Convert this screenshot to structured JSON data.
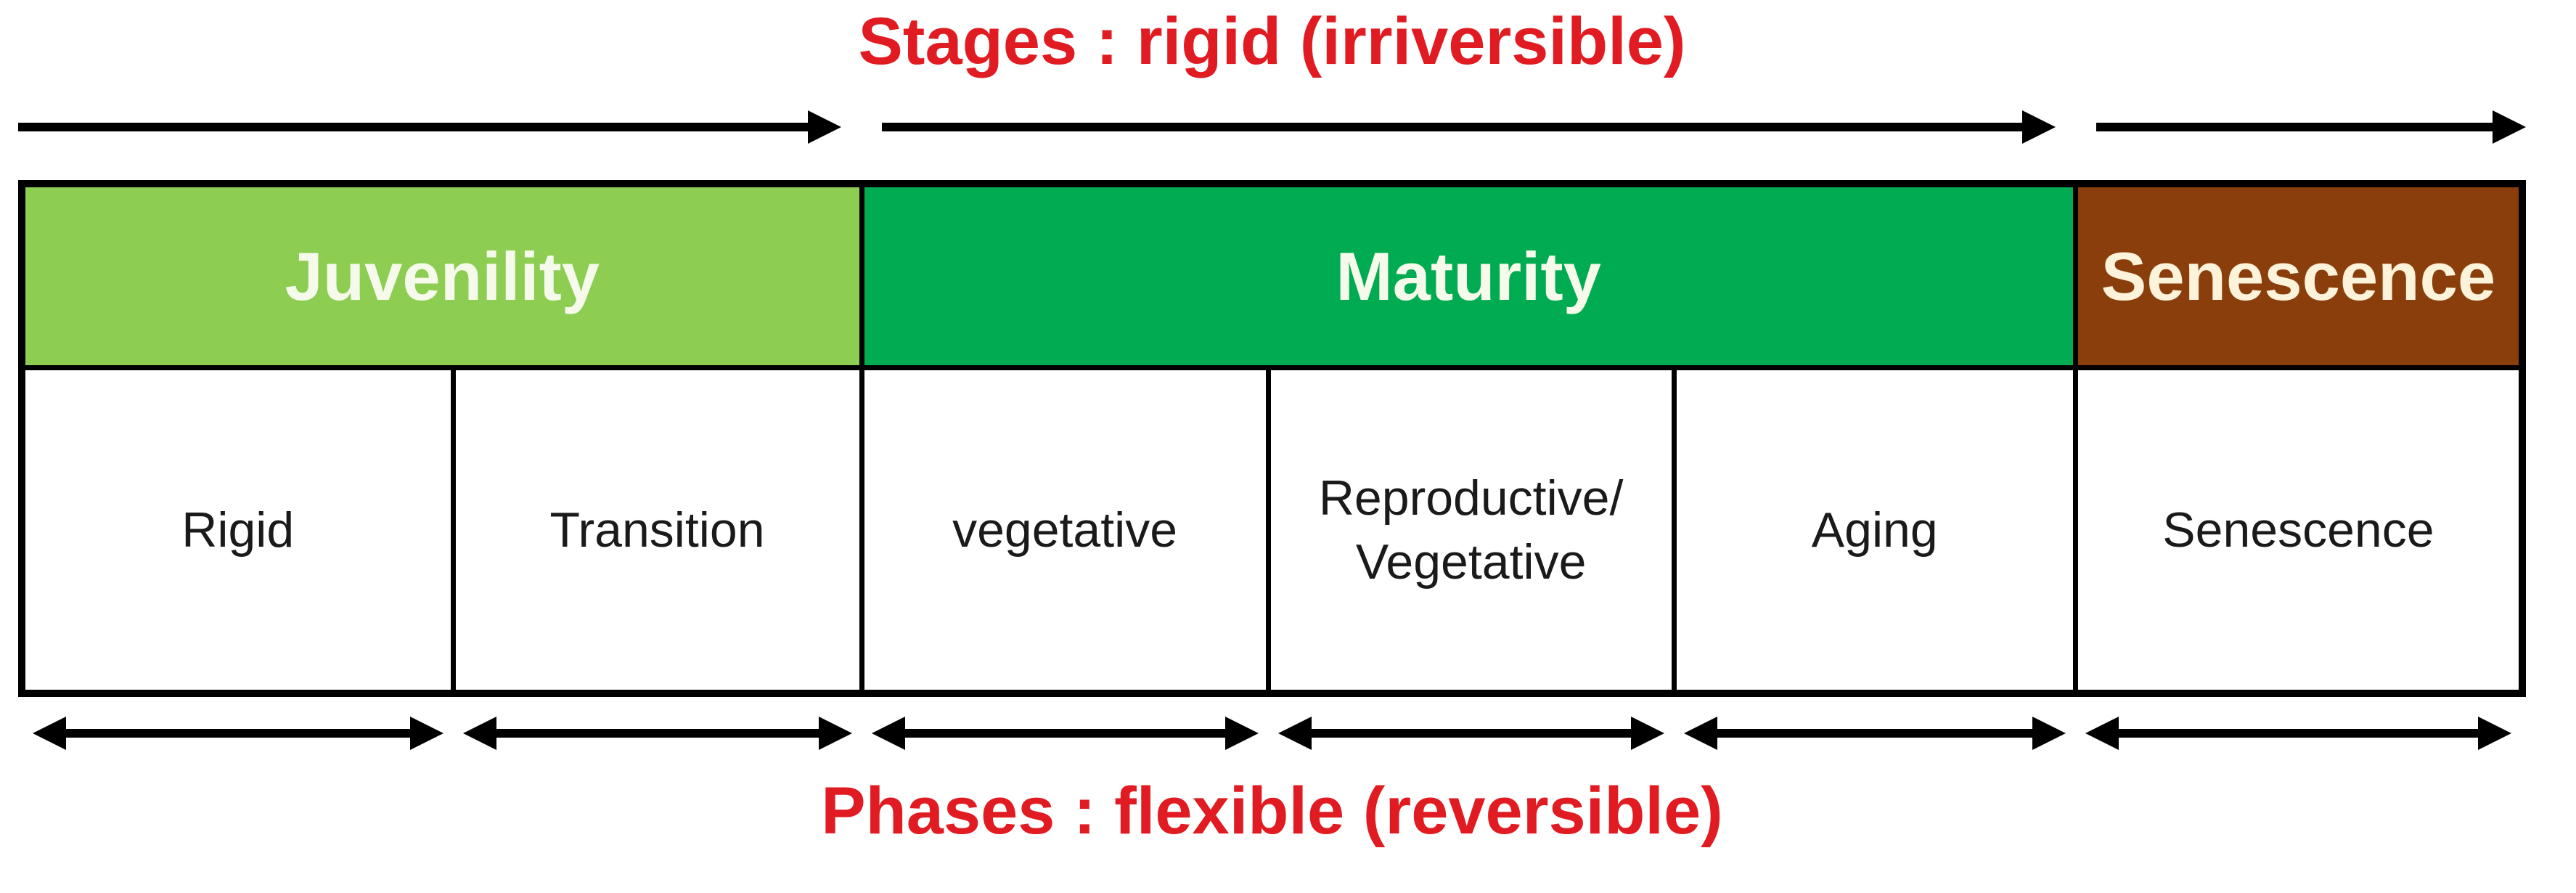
{
  "titles": {
    "top": "Stages : rigid (irriversible)",
    "bottom": "Phases : flexible (reversible)"
  },
  "stages": [
    {
      "label": "Juvenility",
      "color": "#8ccd52",
      "phase_count": 2
    },
    {
      "label": "Maturity",
      "color": "#00ab51",
      "phase_count": 3
    },
    {
      "label": "Senescence",
      "color": "#8a3e0c",
      "phase_count": 1
    }
  ],
  "phases": [
    {
      "label": "Rigid"
    },
    {
      "label": "Transition"
    },
    {
      "label": "vegetative"
    },
    {
      "line1": "Reproductive/",
      "line2": "Vegetative"
    },
    {
      "label": "Aging"
    },
    {
      "label": "Senescence"
    }
  ],
  "colors": {
    "title_red": "#e11b22",
    "arrow_black": "#000000",
    "table_border": "#000000",
    "header_text": "#f6faea",
    "phase_text": "#1a1a1a",
    "background": "#ffffff"
  }
}
